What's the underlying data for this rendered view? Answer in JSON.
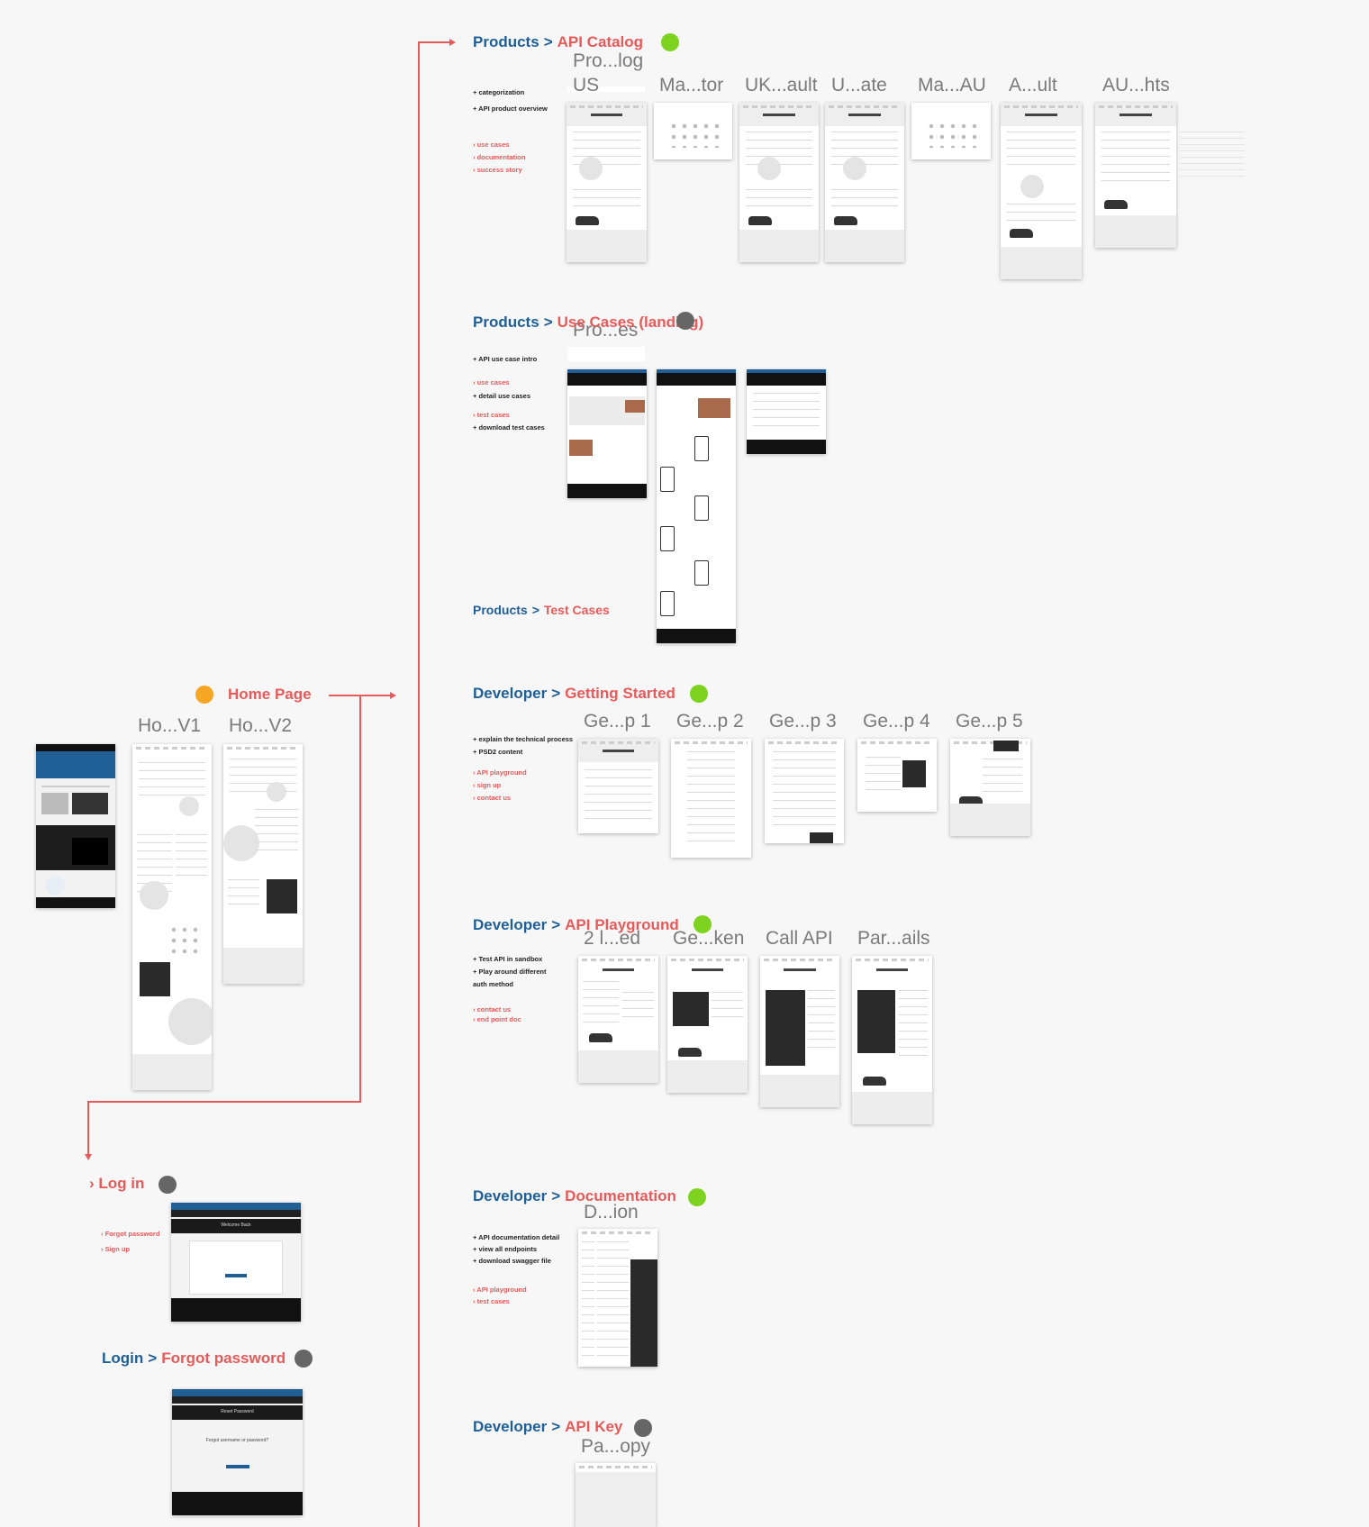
{
  "home": {
    "title": "Home Page",
    "frame_labels": [
      "Ho...V1",
      "Ho...V2"
    ],
    "status_color": "#f5a623"
  },
  "login": {
    "title": "Log in",
    "notes": [
      "› Forgot password",
      "› Sign up"
    ],
    "status_color": "#666666",
    "screen_heading": "Welcome Back"
  },
  "forgot": {
    "parent": "Login",
    "title": "Forgot password",
    "status_color": "#666666",
    "screen_heading": "Reset Password",
    "screen_text": "Forgot username or password?"
  },
  "api_catalog": {
    "parent": "Products",
    "title": "API Catalog",
    "status_color": "#7ed321",
    "notes_dark": [
      "+ categorization",
      "+ API product overview"
    ],
    "notes_red": [
      "› use cases",
      "› documentation",
      "› success story"
    ],
    "group_label": "Pro...log",
    "frame_labels": [
      "US",
      "Ma...tor",
      "UK...ault",
      "U...ate",
      "Ma...AU",
      "A...ult",
      "AU...hts"
    ]
  },
  "use_cases": {
    "parent": "Products",
    "title": "Use Cases (landing)",
    "status_color": "#666666",
    "group_label": "Pro...es",
    "notes": [
      {
        "text": "+ API use case intro",
        "red": false
      },
      {
        "text": "› use cases",
        "red": true
      },
      {
        "text": "+ detail use cases",
        "red": false
      },
      {
        "text": "› test cases",
        "red": true
      },
      {
        "text": "+ download test cases",
        "red": false
      }
    ]
  },
  "test_cases": {
    "parent": "Products",
    "title": "Test Cases"
  },
  "getting_started": {
    "parent": "Developer",
    "title": "Getting Started",
    "status_color": "#7ed321",
    "notes": [
      {
        "text": "+ explain the technical process",
        "red": false
      },
      {
        "text": "+ PSD2 content",
        "red": false
      },
      {
        "text": "› API playground",
        "red": true
      },
      {
        "text": "› sign up",
        "red": true
      },
      {
        "text": "› contact us",
        "red": true
      }
    ],
    "frame_labels": [
      "Ge...p 1",
      "Ge...p 2",
      "Ge...p 3",
      "Ge...p 4",
      "Ge...p 5"
    ]
  },
  "playground": {
    "parent": "Developer",
    "title": "API Playground",
    "status_color": "#7ed321",
    "notes": [
      {
        "text": "+ Test API in sandbox",
        "red": false
      },
      {
        "text": "+ Play around different",
        "red": false
      },
      {
        "text": "auth method",
        "red": false
      },
      {
        "text": "› contact us",
        "red": true
      },
      {
        "text": "› end point doc",
        "red": true
      }
    ],
    "frame_labels": [
      "2 l...ed",
      "Ge...ken",
      "Call API",
      "Par...ails"
    ]
  },
  "documentation": {
    "parent": "Developer",
    "title": "Documentation",
    "status_color": "#7ed321",
    "frame_label": "D...ion",
    "notes": [
      {
        "text": "+ API documentation detail",
        "red": false
      },
      {
        "text": "+ view all endpoints",
        "red": false
      },
      {
        "text": "+ download swagger file",
        "red": false
      },
      {
        "text": "› API playground",
        "red": true
      },
      {
        "text": "› test cases",
        "red": true
      }
    ]
  },
  "api_key": {
    "parent": "Developer",
    "title": "API Key",
    "status_color": "#666666",
    "frame_label": "Pa...opy"
  },
  "sep": ">"
}
